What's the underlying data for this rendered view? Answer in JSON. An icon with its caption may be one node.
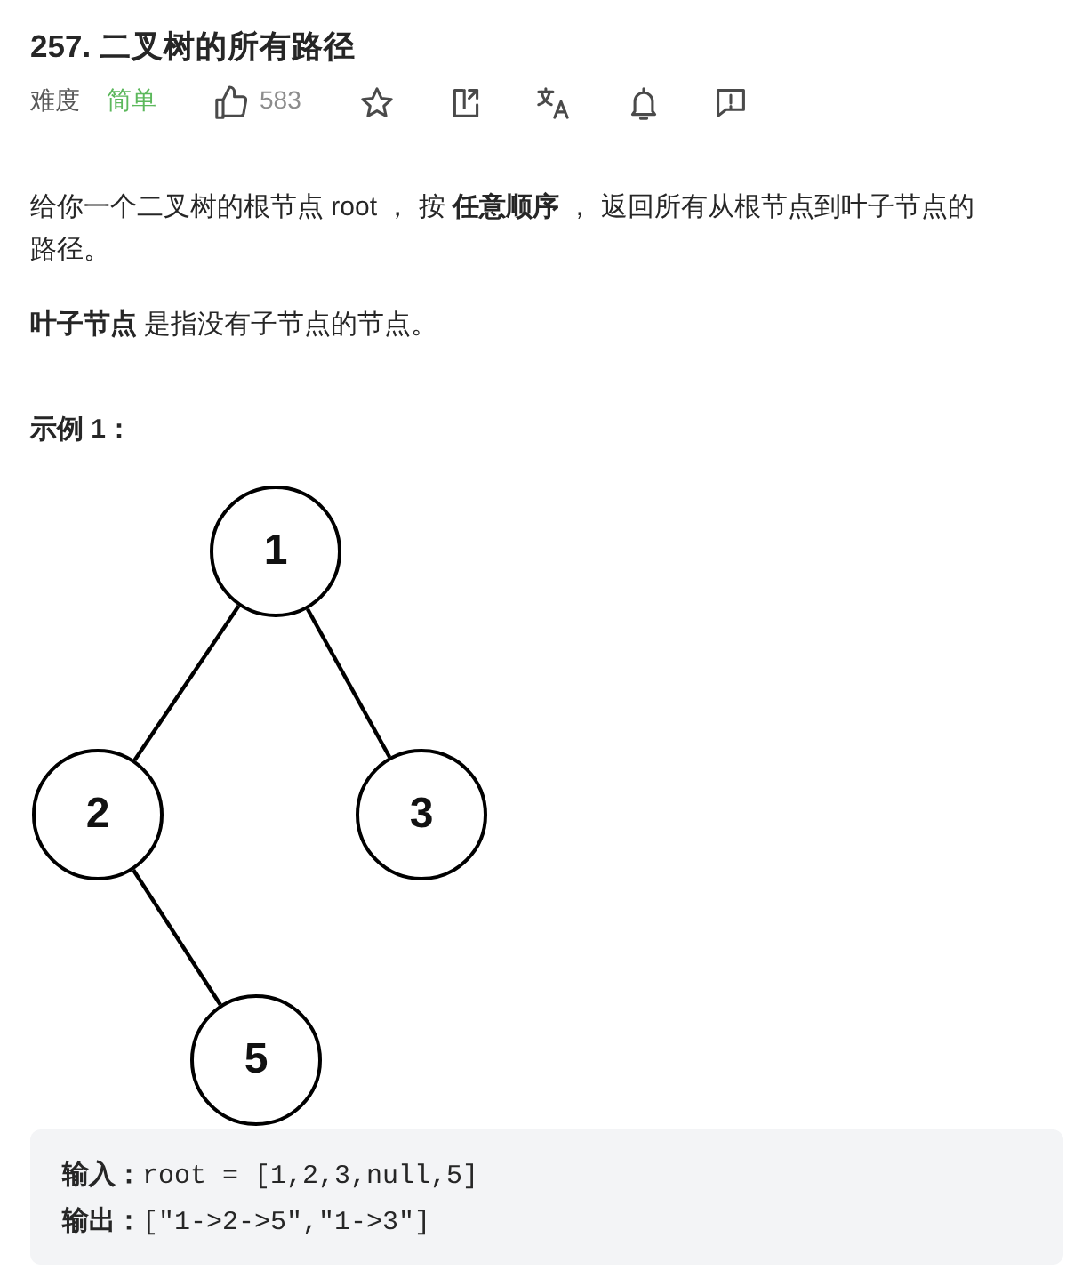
{
  "diagram": {
    "title": "257. 二叉树的所有路径",
    "nodes": [
      {
        "text": [
          "1"
        ]
      },
      {
        "text": [
          "2"
        ]
      },
      {
        "text": [
          "3"
        ]
      },
      {
        "text": [
          "5"
        ]
      }
    ],
    "edges": [
      {
        "from": 0,
        "to": 1,
        "arrow": "none"
      },
      {
        "from": 0,
        "to": 2,
        "arrow": "none"
      },
      {
        "from": 1,
        "to": 3,
        "arrow": "none"
      }
    ],
    "labels": [
      "难度",
      "简单",
      "583",
      "给你一个二叉树的根节点 root ， 按 **任意顺序** ， 返回所有从根节点到叶子节点的路径。",
      "**叶子节点** 是指没有子节点的节点。",
      "示例 1：",
      "**输入：**root = [1,2,3,null,5]",
      "**输出：**[\"1->2->5\",\"1->3\"]"
    ]
  }
}
